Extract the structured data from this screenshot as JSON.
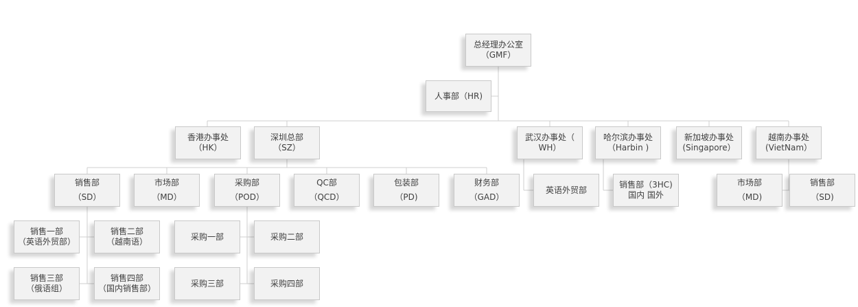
{
  "org": {
    "gmf": {
      "line1": "总经理办公室",
      "line2": "（GMF）"
    },
    "hr": {
      "line1": "人事部（HR)",
      "line2": ""
    },
    "hk": {
      "line1": "香港办事处",
      "line2": "（HK）"
    },
    "sz": {
      "line1": "深圳总部",
      "line2": "（SZ）"
    },
    "wh": {
      "line1": "武汉办事处（",
      "line2": "WH）"
    },
    "harbin": {
      "line1": "哈尔滨办事处",
      "line2": "（Harbin )"
    },
    "sg": {
      "line1": "新加坡办事处",
      "line2": "(Singapore）"
    },
    "vn": {
      "line1": "越南办事处",
      "line2": "(VietNam）"
    },
    "sd": {
      "line1": "销售部",
      "line2": "（SD）"
    },
    "md": {
      "line1": "市场部",
      "line2": "（MD）"
    },
    "pod": {
      "line1": "采购部",
      "line2": "（POD）"
    },
    "qcd": {
      "line1": "QC部",
      "line2": "（QCD）"
    },
    "pd": {
      "line1": "包装部",
      "line2": "（PD)"
    },
    "gad": {
      "line1": "财务部",
      "line2": "（GAD）"
    },
    "wh_trade": {
      "line1": "英语外贸部",
      "line2": ""
    },
    "harbin_sd": {
      "line1": "销售部（3HC)",
      "line2": "国内 国外"
    },
    "vn_md": {
      "line1": "市场部",
      "line2": "（MD)"
    },
    "vn_sd": {
      "line1": "销售部",
      "line2": "（SD)"
    },
    "sd1": {
      "line1": "销售一部",
      "line2": "（英语外贸部）"
    },
    "sd2": {
      "line1": "销售二部",
      "line2": "（越南语）"
    },
    "sd3": {
      "line1": "销售三部",
      "line2": "（俄语组）"
    },
    "sd4": {
      "line1": "销售四部",
      "line2": "（国内销售部）"
    },
    "pod1": {
      "line1": "采购一部",
      "line2": ""
    },
    "pod2": {
      "line1": "采购二部",
      "line2": ""
    },
    "pod3": {
      "line1": "采购三部",
      "line2": ""
    },
    "pod4": {
      "line1": "采购四部",
      "line2": ""
    }
  },
  "colors": {
    "box_fill": "#f2f2f2",
    "box_border": "#c8c8c8",
    "connector": "#cfcfcf",
    "text": "#404040"
  }
}
